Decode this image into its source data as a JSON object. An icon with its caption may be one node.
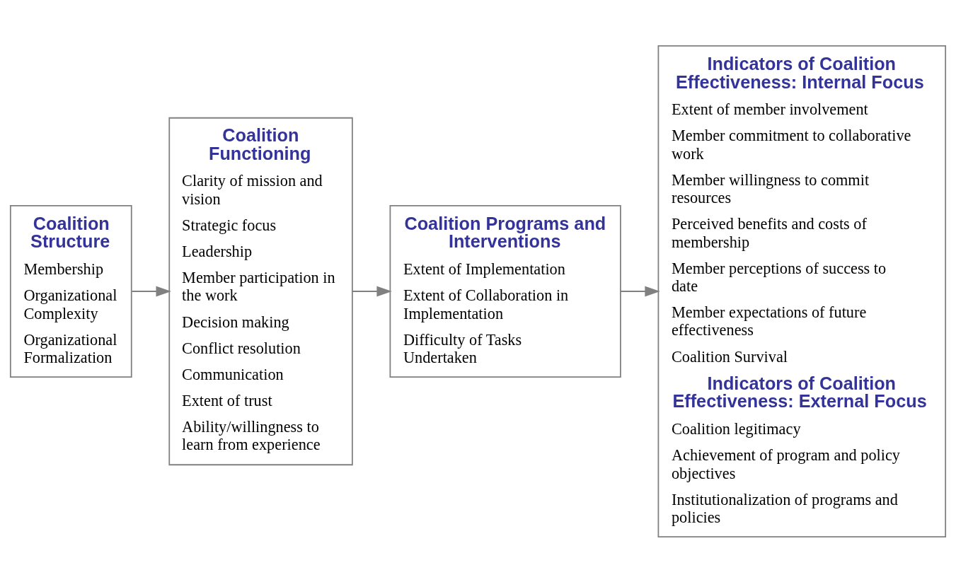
{
  "diagram": {
    "nodes": [
      {
        "text": [
          "Coalition Structure",
          "Membership",
          "Organizational Complexity",
          "Organizational Formalization"
        ]
      },
      {
        "text": [
          "Coalition Functioning",
          "Clarity of mission and vision",
          "Strategic focus",
          "Leadership",
          "Member participation in the work",
          "Decision making",
          "Conflict resolution",
          "Communication",
          "Extent of trust",
          "Ability/willingness to learn from experience"
        ]
      },
      {
        "text": [
          "Coalition Programs and Interventions",
          "Extent of Implementation",
          "Extent of Collaboration in Implementation",
          "Difficulty of Tasks Undertaken"
        ]
      },
      {
        "text": [
          "Indicators of Coalition Effectiveness: Internal Focus",
          "Extent of member involvement",
          "Member commitment to collaborative work",
          "Member willingness to commit resources",
          "Perceived benefits and costs of membership",
          "Member perceptions of success to date",
          "Member expectations of future effectiveness",
          "Coalition Survival",
          "Indicators of Coalition Effectiveness: External Focus",
          "Coalition legitimacy",
          "Achievement of program and policy objectives",
          "Institutionalization of programs and policies"
        ]
      }
    ],
    "edges": [
      {
        "from": 0,
        "to": 1,
        "arrow": "to"
      },
      {
        "from": 1,
        "to": 2,
        "arrow": "to"
      },
      {
        "from": 2,
        "to": 3,
        "arrow": "to"
      }
    ]
  }
}
